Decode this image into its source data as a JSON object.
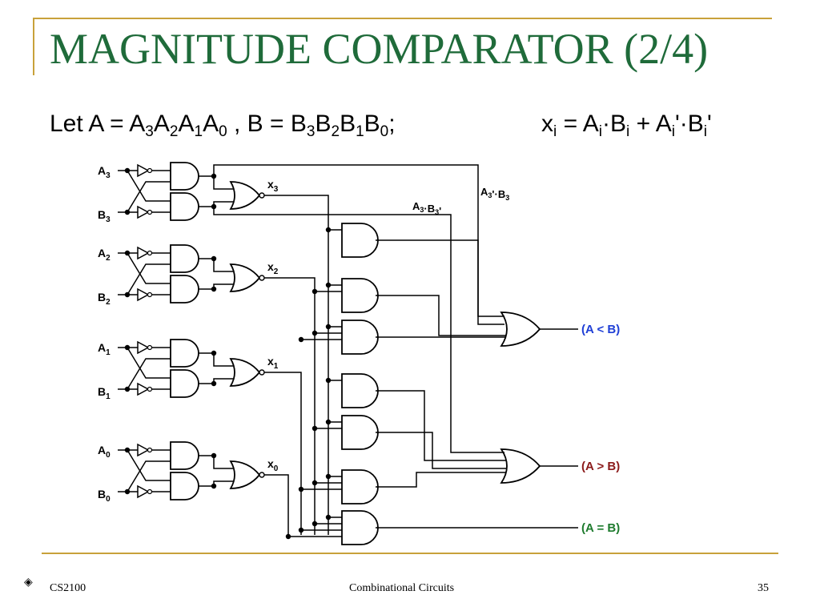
{
  "slide": {
    "title": "MAGNITUDE COMPARATOR (2/4)",
    "let_line": {
      "prefix": "Let A = ",
      "a_terms": [
        "3",
        "2",
        "1",
        "0"
      ],
      "sep": " ,  B = ",
      "b_terms": [
        "3",
        "2",
        "1",
        "0"
      ],
      "suffix": ";"
    },
    "xi_line": "xi = Ai·Bi + Ai'·Bi'",
    "accent_color": "#C8A13A",
    "title_color": "#1F6B3A"
  },
  "circuit": {
    "inputs": [
      {
        "a": "3",
        "b": "3",
        "x": "3"
      },
      {
        "a": "2",
        "b": "2",
        "x": "2"
      },
      {
        "a": "1",
        "b": "1",
        "x": "1"
      },
      {
        "a": "0",
        "b": "0",
        "x": "0"
      }
    ],
    "term_a_lt": "A3'·B3",
    "term_a_gt": "A3·B3'",
    "outputs": [
      {
        "label": "(A < B)",
        "color": "#1F3FD6"
      },
      {
        "label": "(A > B)",
        "color": "#8B1A1A"
      },
      {
        "label": "(A = B)",
        "color": "#1E7B2E"
      }
    ]
  },
  "footer": {
    "left": "CS2100",
    "center": "Combinational Circuits",
    "right": "35",
    "bullet_icon": "diamond-bullet-icon"
  }
}
